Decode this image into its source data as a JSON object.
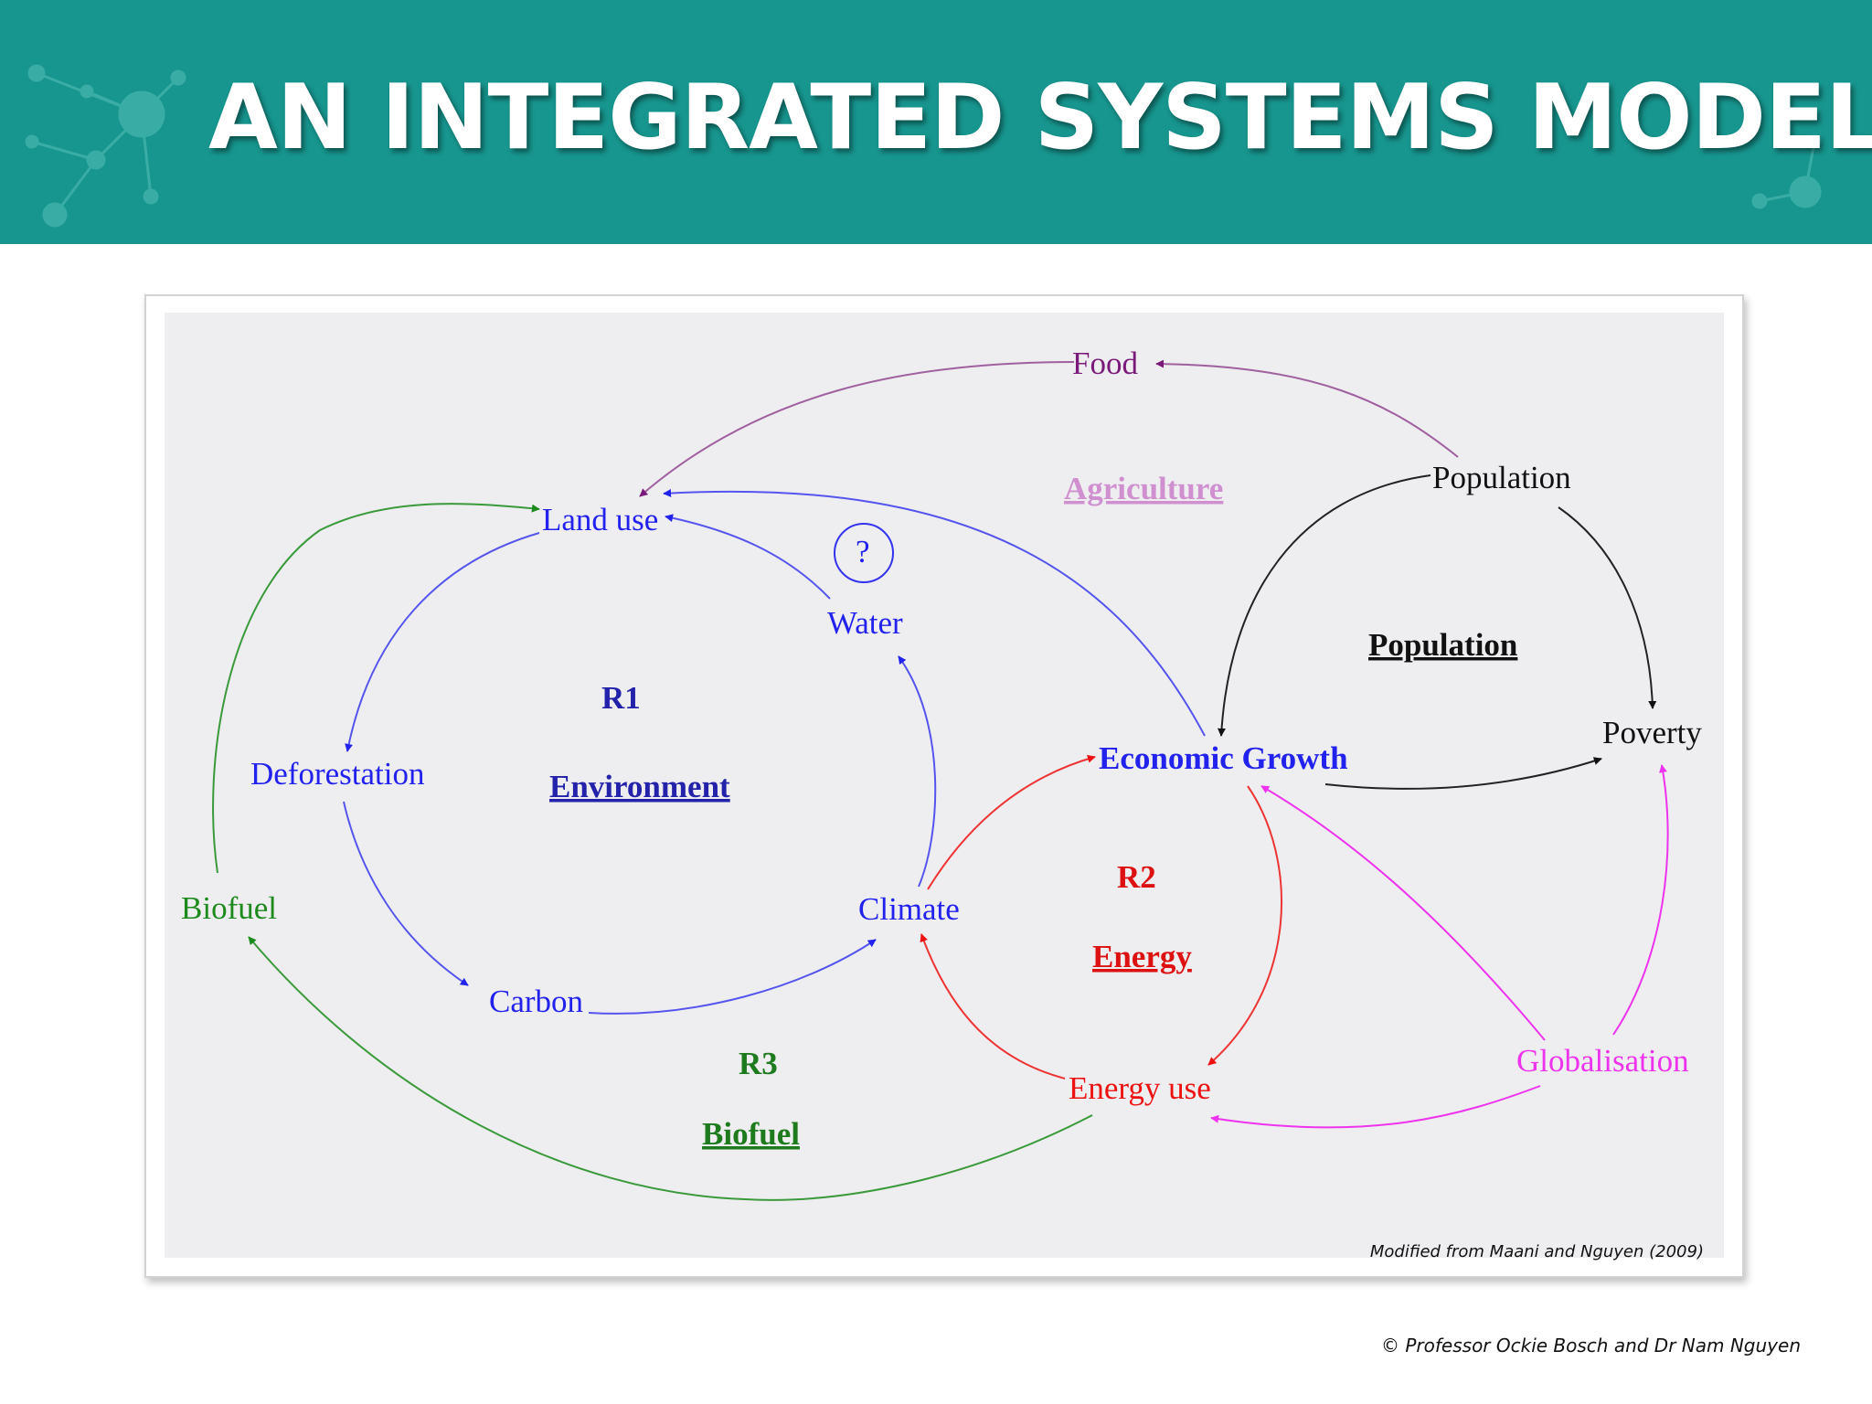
{
  "slide": {
    "title": "AN INTEGRATED SYSTEMS MODEL",
    "citation": "Modified from Maani and Nguyen (2009)",
    "copyright": "© Professor Ockie Bosch and Dr Nam Nguyen"
  },
  "colors": {
    "header": "#17968f",
    "environment": "#3333ee",
    "energy": "#ee1111",
    "biofuel": "#1d8a1d",
    "agriculture": "#8d2a8d",
    "globalisation": "#ee33ee",
    "population": "#111111"
  },
  "diagram": {
    "nodes": {
      "food": "Food",
      "population": "Population",
      "land_use": "Land use",
      "water": "Water",
      "question": "?",
      "deforestation": "Deforestation",
      "economic_growth": "Economic Growth",
      "poverty": "Poverty",
      "biofuel": "Biofuel",
      "climate": "Climate",
      "carbon": "Carbon",
      "energy_use": "Energy use",
      "globalisation": "Globalisation"
    },
    "loops": {
      "r1": {
        "id": "R1",
        "name": "Environment"
      },
      "r2": {
        "id": "R2",
        "name": "Energy"
      },
      "r3": {
        "id": "R3",
        "name": "Biofuel"
      },
      "agriculture": {
        "name": "Agriculture"
      },
      "population": {
        "name": "Population"
      }
    }
  }
}
